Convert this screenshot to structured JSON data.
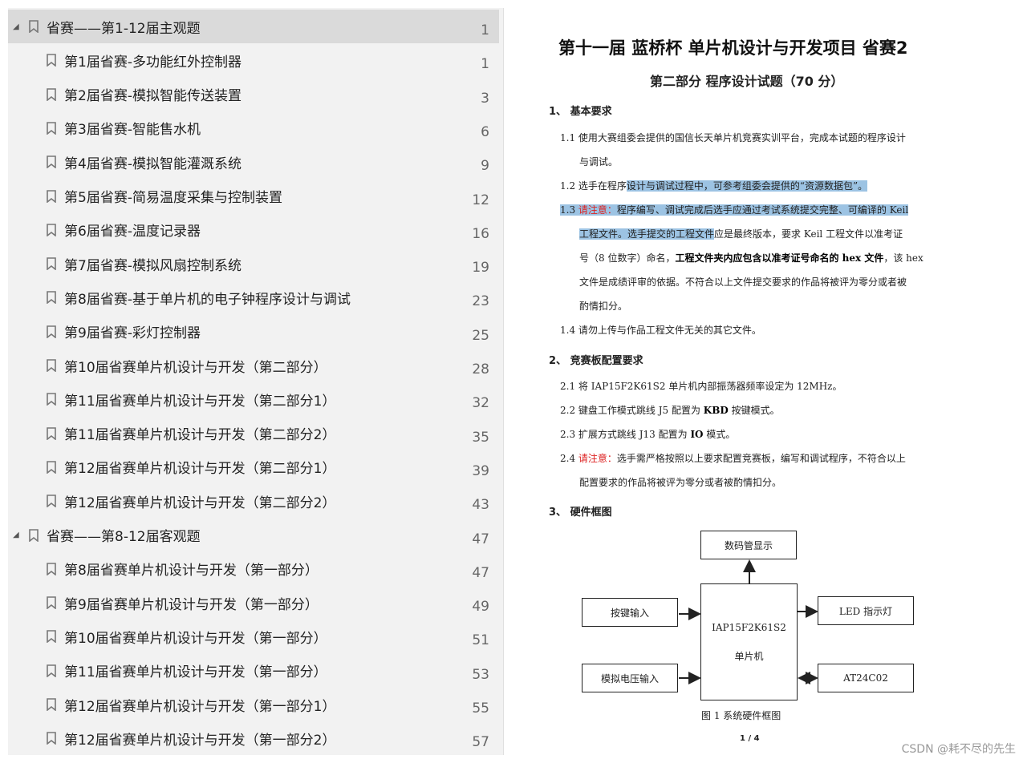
{
  "outline": {
    "items": [
      {
        "label": "省赛——第1-12届主观题",
        "page": "1",
        "level": 0,
        "expanded": true,
        "selected": true
      },
      {
        "label": "第1届省赛-多功能红外控制器",
        "page": "1",
        "level": 1
      },
      {
        "label": "第2届省赛-模拟智能传送装置",
        "page": "3",
        "level": 1
      },
      {
        "label": "第3届省赛-智能售水机",
        "page": "6",
        "level": 1
      },
      {
        "label": "第4届省赛-模拟智能灌溉系统",
        "page": "9",
        "level": 1
      },
      {
        "label": "第5届省赛-简易温度采集与控制装置",
        "page": "12",
        "level": 1
      },
      {
        "label": "第6届省赛-温度记录器",
        "page": "16",
        "level": 1
      },
      {
        "label": "第7届省赛-模拟风扇控制系统",
        "page": "19",
        "level": 1
      },
      {
        "label": "第8届省赛-基于单片机的电子钟程序设计与调试",
        "page": "23",
        "level": 1
      },
      {
        "label": "第9届省赛-彩灯控制器",
        "page": "25",
        "level": 1
      },
      {
        "label": "第10届省赛单片机设计与开发（第二部分）",
        "page": "28",
        "level": 1
      },
      {
        "label": "第11届省赛单片机设计与开发（第二部分1）",
        "page": "32",
        "level": 1
      },
      {
        "label": "第11届省赛单片机设计与开发（第二部分2）",
        "page": "35",
        "level": 1
      },
      {
        "label": "第12届省赛单片机设计与开发（第二部分1）",
        "page": "39",
        "level": 1
      },
      {
        "label": "第12届省赛单片机设计与开发（第二部分2）",
        "page": "43",
        "level": 1
      },
      {
        "label": "省赛——第8-12届客观题",
        "page": "47",
        "level": 0,
        "expanded": true
      },
      {
        "label": "第8届省赛单片机设计与开发（第一部分）",
        "page": "47",
        "level": 1
      },
      {
        "label": "第9届省赛单片机设计与开发（第一部分）",
        "page": "49",
        "level": 1
      },
      {
        "label": "第10届省赛单片机设计与开发（第一部分）",
        "page": "51",
        "level": 1
      },
      {
        "label": "第11届省赛单片机设计与开发（第一部分）",
        "page": "53",
        "level": 1
      },
      {
        "label": "第12届省赛单片机设计与开发（第一部分1）",
        "page": "55",
        "level": 1
      },
      {
        "label": "第12届省赛单片机设计与开发（第一部分2）",
        "page": "57",
        "level": 1
      }
    ]
  },
  "doc": {
    "title": "第十一届 蓝桥杯 单片机设计与开发项目 省赛2",
    "subtitle": "第二部分 程序设计试题（70 分）",
    "s1": "1、 基本要求",
    "l11a": "1.1 使用大赛组委会提供的国信长天单片机竞赛实训平台，完成本试题的程序设计",
    "l11b": "与调试。",
    "l12a": "1.2 选手在程序",
    "l12b": "设计与调试过程中，可参考组委会提供的“资源数据包”。",
    "l13n": "1.3 ",
    "l13r": "请注意：",
    "l13a": "程序编写、调试完成后选手应通过考试系统提交完整、可编译的 Keil",
    "l13b": "工程文件。选手提交的工程文件",
    "l13c": "应是最终版本，要求 Keil 工程文件以准考证",
    "l13d": "号（8 位数字）命名，",
    "l13e": "工程文件夹内应包含以准考证号命名的 hex 文件",
    "l13f": "，该 hex",
    "l13g": "文件是成绩评审的依据。不符合以上文件提交要求的作品将被评为零分或者被",
    "l13h": "酌情扣分。",
    "l14": "1.4 请勿上传与作品工程文件无关的其它文件。",
    "s2": "2、 竞赛板配置要求",
    "l21": "2.1 将 IAP15F2K61S2 单片机内部振荡器频率设定为 12MHz。",
    "l22a": "2.2 键盘工作模式跳线 J5 配置为 ",
    "l22b": "KBD",
    "l22c": " 按键模式。",
    "l23a": "2.3 扩展方式跳线 J13 配置为 ",
    "l23b": "IO",
    "l23c": " 模式。",
    "l24n": "2.4 ",
    "l24r": "请注意：",
    "l24a": "选手需严格按照以上要求配置竞赛板，编写和调试程序，不符合以上",
    "l24b": "配置要求的作品将被评为零分或者被酌情扣分。",
    "s3": "3、 硬件框图",
    "diagram": {
      "display": "数码管显示",
      "key": "按键输入",
      "analog": "模拟电压输入",
      "mcu1": "IAP15F2K61S2",
      "mcu2": "单片机",
      "led": "LED 指示灯",
      "eeprom": "AT24C02"
    },
    "caption": "图 1 系统硬件框图",
    "page": "1 / 4"
  },
  "watermark": "CSDN @耗不尽的先生",
  "colors": {
    "selection": "#9cc3e3",
    "warning": "#dd2222",
    "selected_row": "#dadada"
  }
}
